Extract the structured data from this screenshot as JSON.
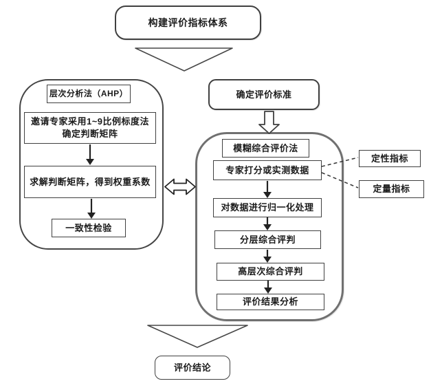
{
  "flow": {
    "top": "构建评价指标体系",
    "ahp": {
      "title": "层次分析法（AHP）",
      "steps": [
        "邀请专家采用1~9比例标度法确定判断矩阵",
        "求解判断矩阵，得到权重系数",
        "一致性检验"
      ]
    },
    "criteria": "确定评价标准",
    "fuzzy": {
      "title": "模糊综合评价法",
      "steps": [
        "专家打分或实测数据",
        "对数据进行归一化处理",
        "分层综合评判",
        "高层次综合评判",
        "评价结果分析"
      ]
    },
    "indicators": {
      "qualitative": "定性指标",
      "quantitative": "定量指标"
    },
    "conclusion": "评价结论"
  },
  "colors": {
    "node_border": "#3f3f3f",
    "container_border": "#6e6e6e",
    "arrow": "#2a2a2a",
    "text": "#1b1b1b",
    "background": "#ffffff"
  }
}
